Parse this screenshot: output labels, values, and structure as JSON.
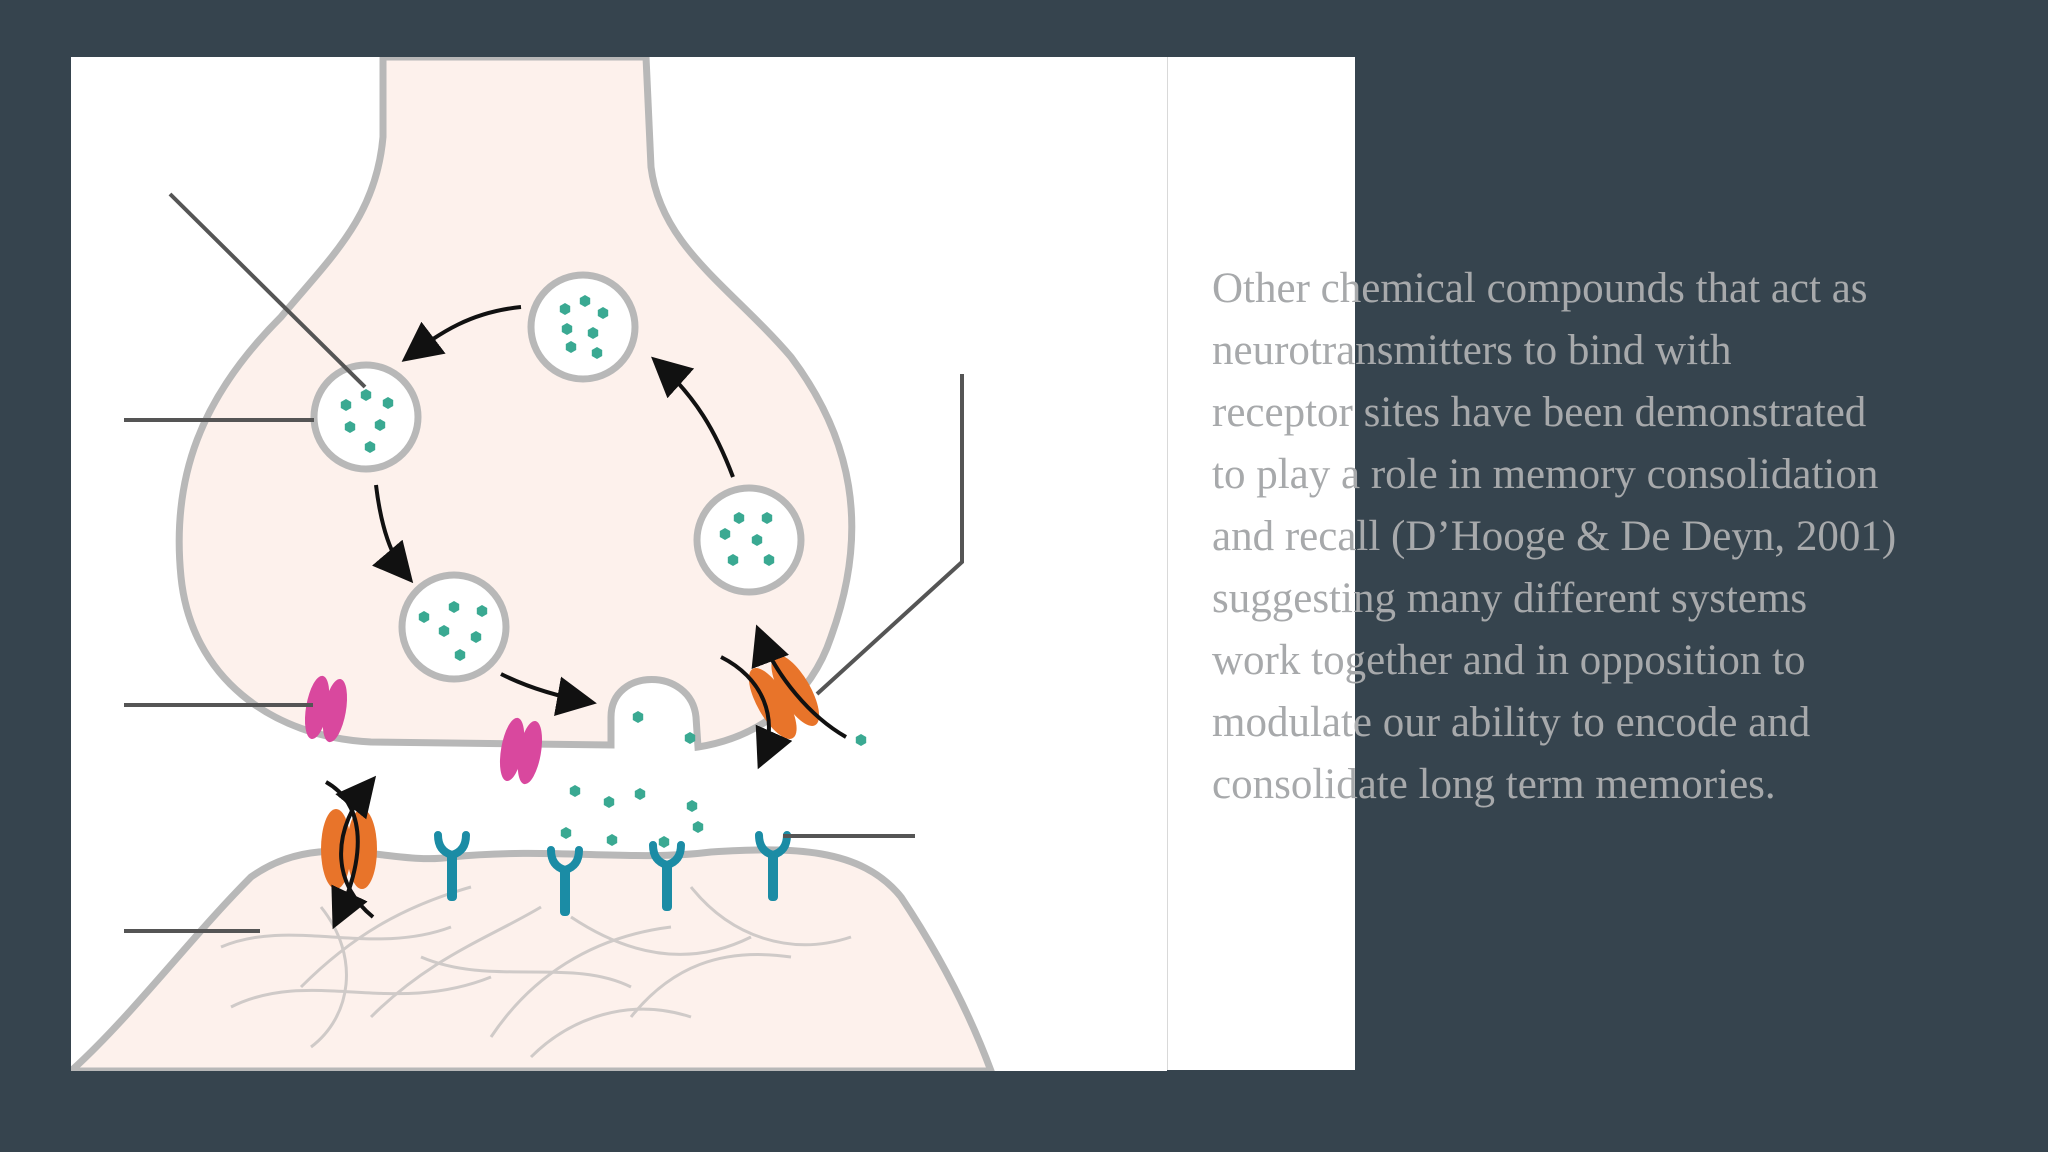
{
  "slide": {
    "background_color": "#36444e",
    "panel_color": "#ffffff",
    "text_color": "#a7a9ab",
    "body_text": "Other chemical compounds that act as\nneurotransmitters to bind with\nreceptor sites have been demonstrated\nto play a role in memory consolidation\nand recall (D’Hooge & De Deyn, 2001)\nsuggesting many different systems\nwork together and in opposition to\nmodulate our ability to encode and\nconsolidate long term memories."
  },
  "diagram": {
    "subject": "chemical-synapse",
    "colors": {
      "cytoplasm": "#fdf1ec",
      "membrane": "#b8b8b8",
      "neurotransmitter": "#3aa992",
      "autoreceptor": "#d9489e",
      "transporter": "#e8742a",
      "receptor": "#1b8ca5",
      "arrow": "#111111",
      "leader_line": "#555555"
    },
    "vesicle_count": 5,
    "postsynaptic_receptor_count": 4,
    "autoreceptor_count": 2,
    "transporter_count": 2
  }
}
